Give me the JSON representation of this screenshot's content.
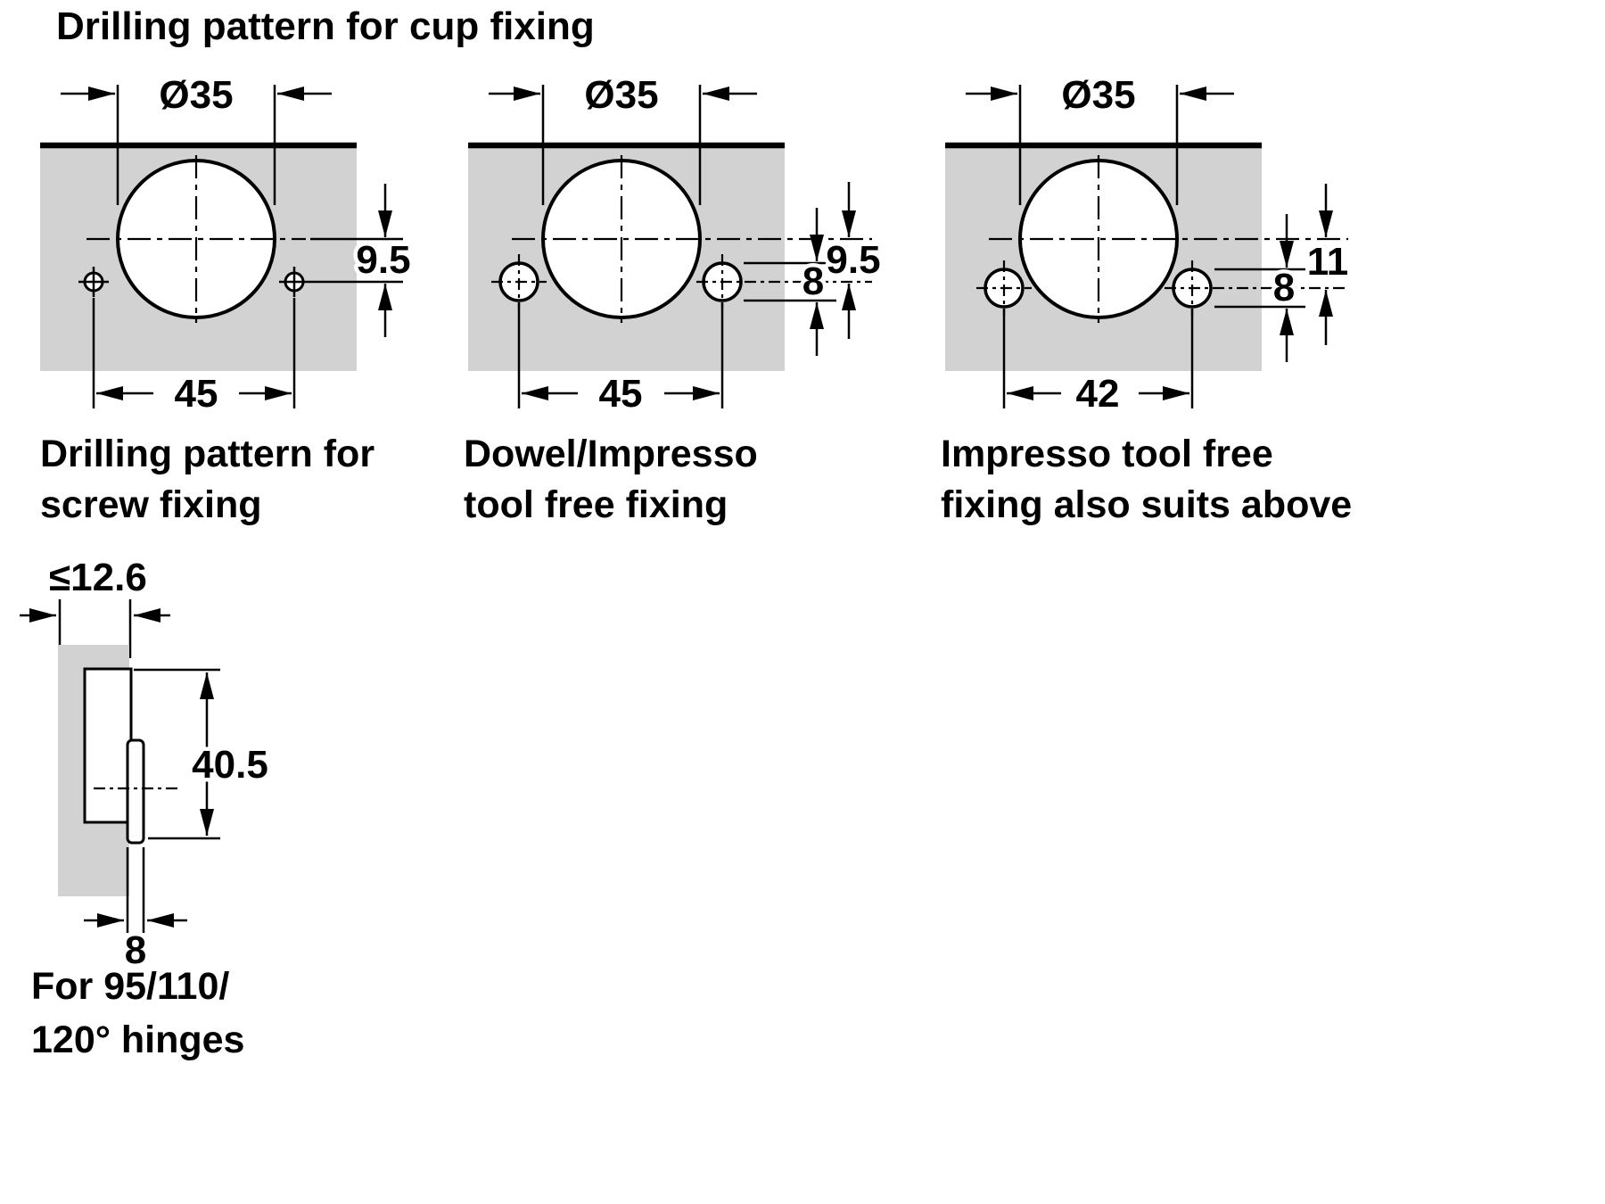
{
  "title": "Drilling pattern for cup fixing",
  "colors": {
    "panel_fill": "#d2d2d2",
    "line": "#000000",
    "background": "#ffffff"
  },
  "panels": [
    {
      "id": "screw-fixing",
      "caption": [
        "Drilling pattern for",
        "screw fixing"
      ],
      "dims": {
        "cup_diameter": "Ø35",
        "vertical_offset": "9.5",
        "hole_spacing": "45"
      }
    },
    {
      "id": "dowel-impresso",
      "caption": [
        "Dowel/Impresso",
        "tool free fixing"
      ],
      "dims": {
        "cup_diameter": "Ø35",
        "vertical_offset": "9.5",
        "hole_diameter": "8",
        "hole_spacing": "45"
      }
    },
    {
      "id": "impresso-tool-free",
      "caption": [
        "Impresso tool free",
        "fixing also suits above"
      ],
      "dims": {
        "cup_diameter": "Ø35",
        "vertical_offset": "11",
        "hole_diameter": "8",
        "hole_spacing": "42"
      }
    }
  ],
  "side_view": {
    "dims": {
      "door_thickness": "≤12.6",
      "cup_height": "40.5",
      "depth": "8"
    },
    "caption": [
      "For 95/110/",
      "120° hinges"
    ]
  }
}
